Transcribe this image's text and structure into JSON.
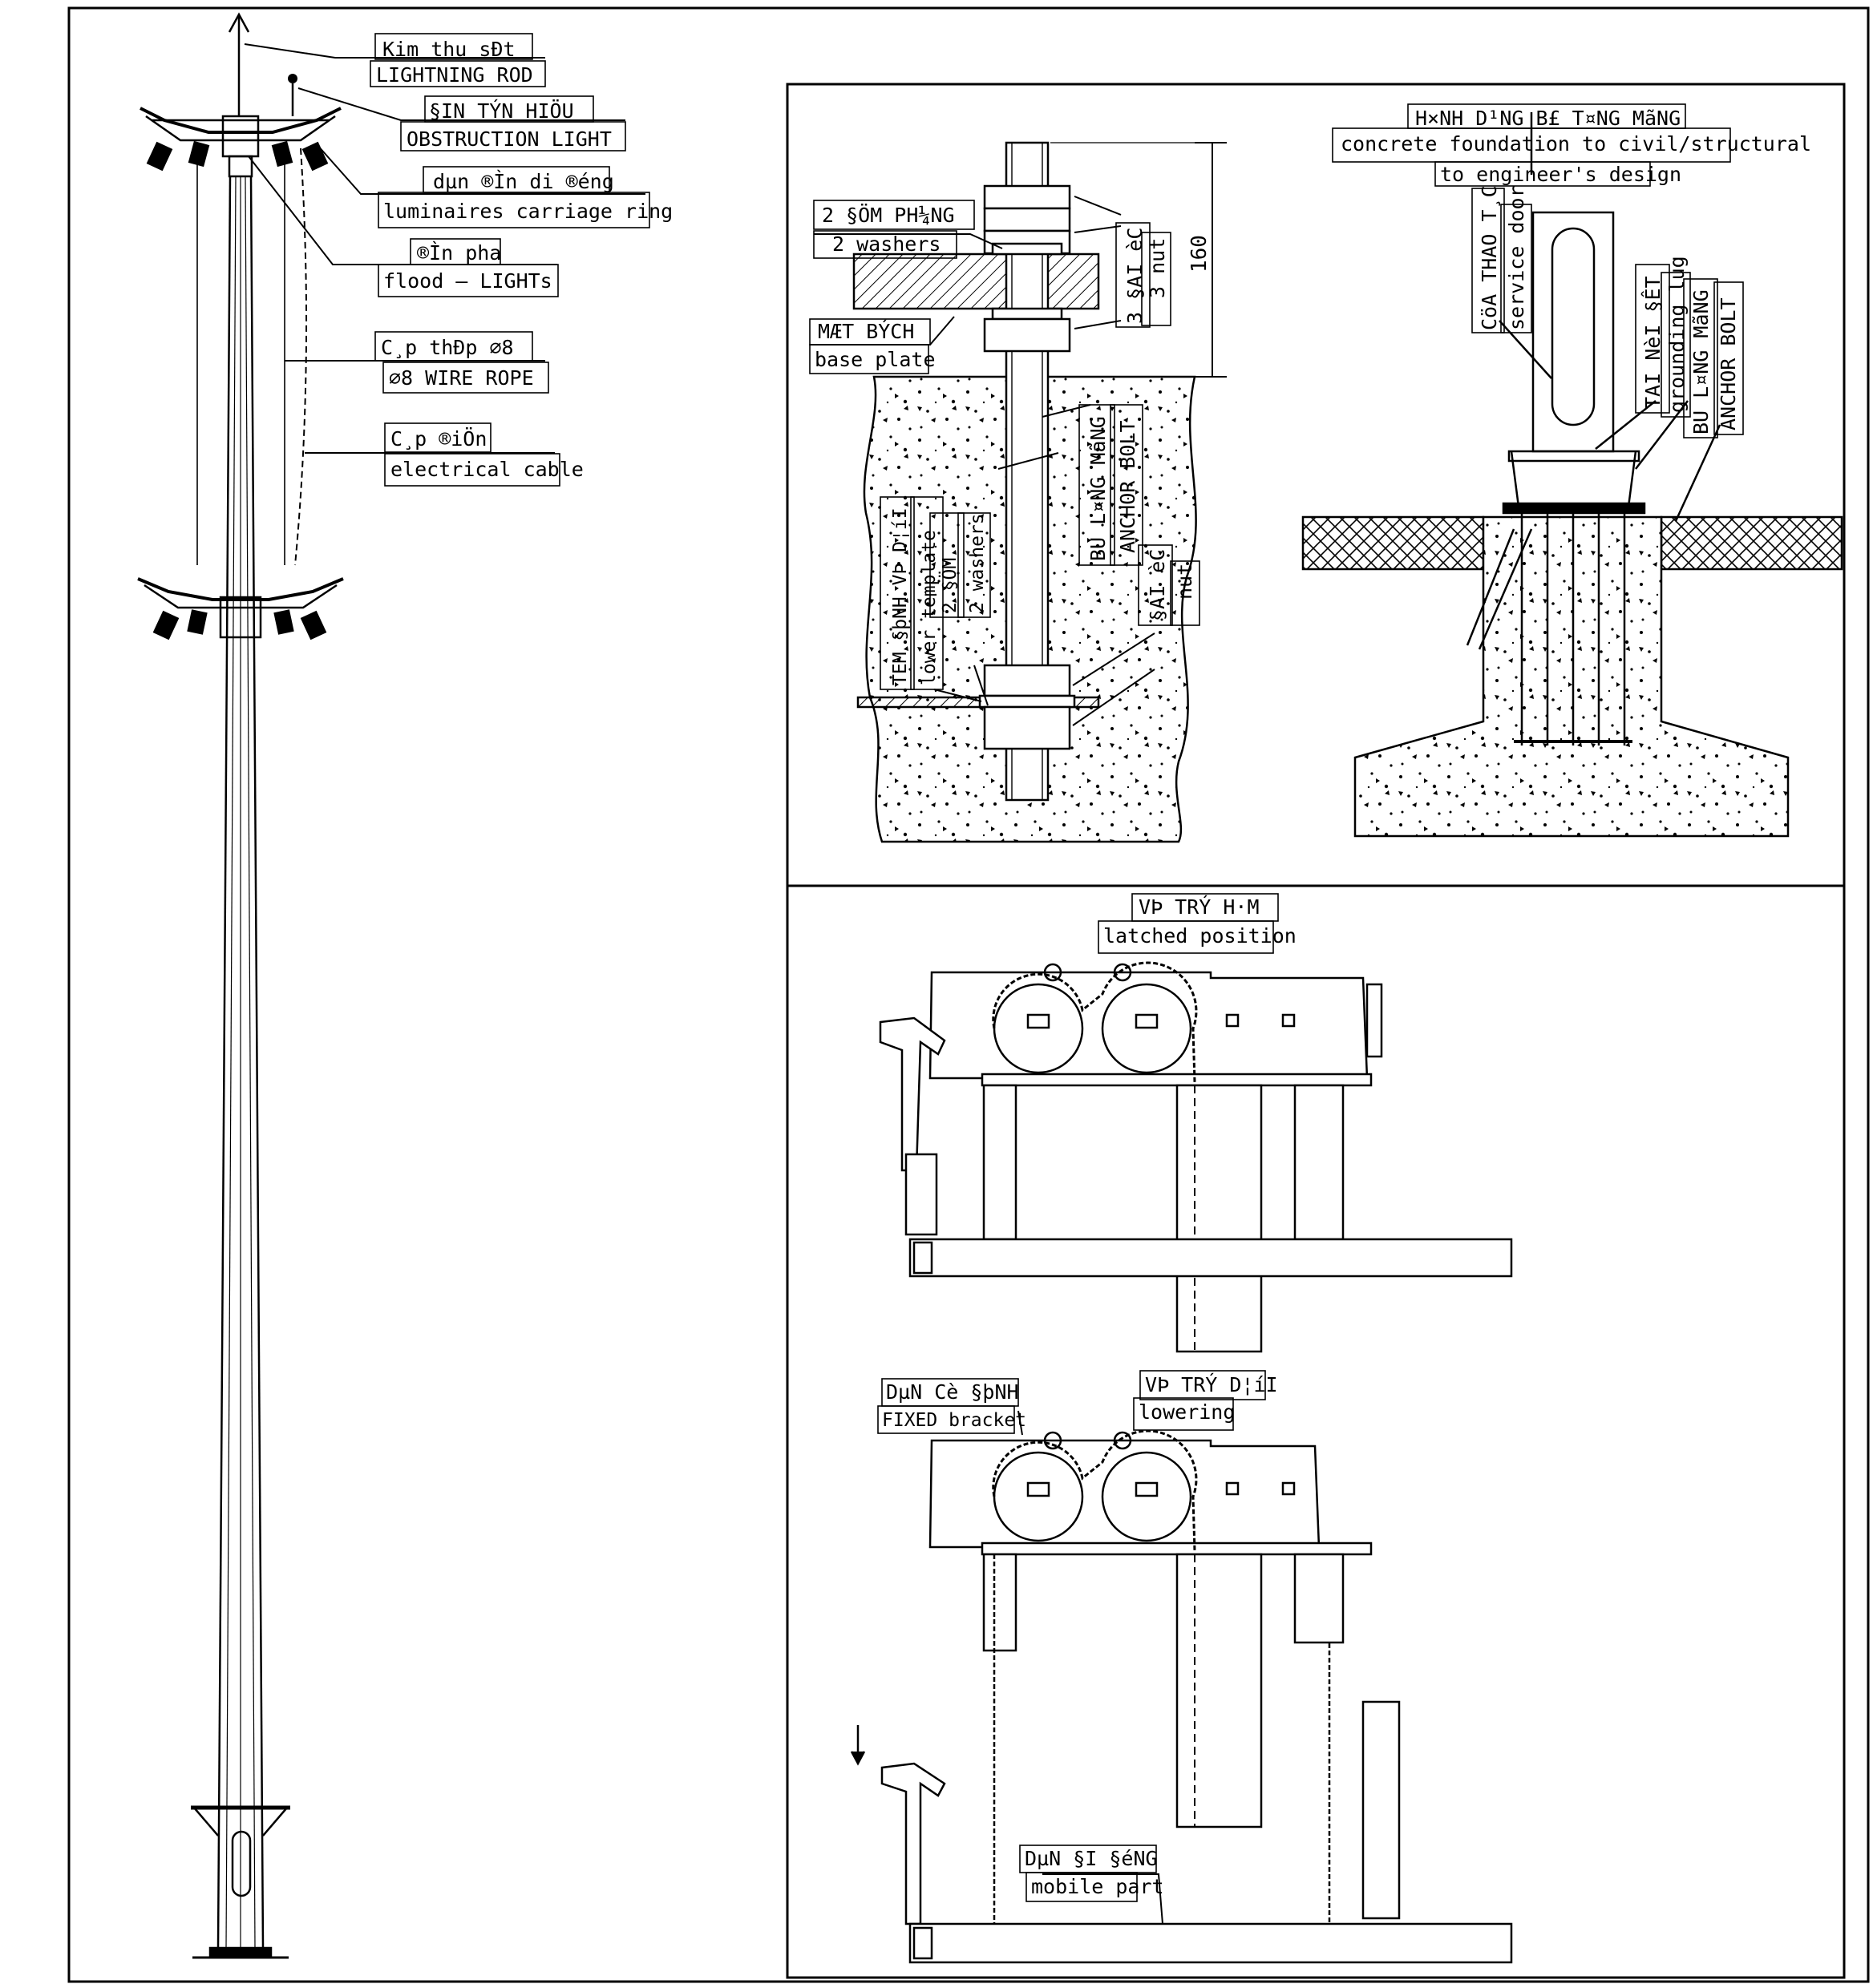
{
  "pole_labels": {
    "lightning_rod_vn": "Kim thu sÐt",
    "lightning_rod_en": "LIGHTNING ROD",
    "obstruction_vn": "§IN TÝN HIÖU",
    "obstruction_en": "OBSTRUCTION LIGHT",
    "carriage_vn": "dµn ®Ìn di ®éng",
    "carriage_en": "luminaires carriage ring",
    "flood_vn": "®Ìn pha",
    "flood_en": "flood — LIGHTs",
    "rope_vn": "C¸p thÐp ∅8",
    "rope_en": "∅8 WIRE ROPE",
    "cable_vn": "C¸p ®iÖn",
    "cable_en": "electrical cable"
  },
  "anchor_detail": {
    "washers_vn": "2 §ÖM PH¼NG",
    "washers_en": "2 washers",
    "nut3_vn": "3 §AI èC",
    "nut3_en": "3 nut",
    "dimension": "160",
    "baseplate_vn": "MÆT BÝCH",
    "baseplate_en": "base plate",
    "anchor_vn": "BU L¤NG MãNG",
    "anchor_en": "ANCHOR BOLT",
    "template_vn": "TEM §þNH VÞ D¦íI",
    "template_en": "lower template",
    "washers2_vn": "2 §ÖM",
    "washers2_en": "2 washers",
    "nut_vn": "§AI èC",
    "nut_en": "nut"
  },
  "foundation_detail": {
    "title_vn": "H×NH D¹NG B£ T¤NG MãNG",
    "title_en_1": "concrete foundation to civil/structural",
    "title_en_2": "to engineer's design",
    "door_vn": "CöA THAO T¸C",
    "door_en": "service door",
    "lug_vn": "TAI NèI §ÊT",
    "lug_en": "grounding lug",
    "bolt_vn": "BU L¤NG MãNG",
    "bolt_en": "ANCHOR BOLT"
  },
  "latch_detail": {
    "latched_vn": "VÞ TRÝ H·M",
    "latched_en": "latched position",
    "fixed_vn": "DµN Cè §þNH",
    "fixed_en": "FIXED bracket",
    "lowering_vn": "VÞ TRÝ D¦íI",
    "lowering_en": "lowering",
    "mobile_vn": "DµN §I §éNG",
    "mobile_en": "mobile part"
  }
}
